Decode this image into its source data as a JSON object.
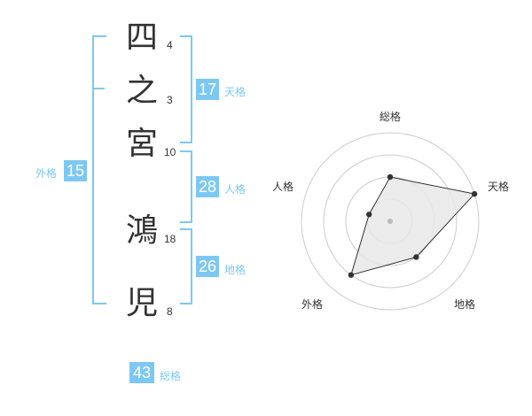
{
  "name": {
    "chars": [
      {
        "char": "四",
        "strokes": "4"
      },
      {
        "char": "之",
        "strokes": "3"
      },
      {
        "char": "宮",
        "strokes": "10"
      },
      {
        "char": "鴻",
        "strokes": "18"
      },
      {
        "char": "児",
        "strokes": "8"
      }
    ]
  },
  "kakusu": {
    "tenkaku": {
      "value": "17",
      "label": "天格"
    },
    "jinkaku": {
      "value": "28",
      "label": "人格"
    },
    "chikaku": {
      "value": "26",
      "label": "地格"
    },
    "gaikaku": {
      "value": "15",
      "label": "外格"
    },
    "soukaku": {
      "value": "43",
      "label": "総格"
    }
  },
  "radar": {
    "axes": [
      "総格",
      "天格",
      "地格",
      "外格",
      "人格"
    ],
    "scores": [
      2,
      4,
      2,
      3,
      1
    ],
    "max": 4,
    "colors": {
      "ring": "#cccccc",
      "fill": "#e8e8e8",
      "line": "#333333",
      "center": "#bbbbbb"
    }
  },
  "colors": {
    "accent": "#7dc8f2",
    "text": "#333333"
  }
}
